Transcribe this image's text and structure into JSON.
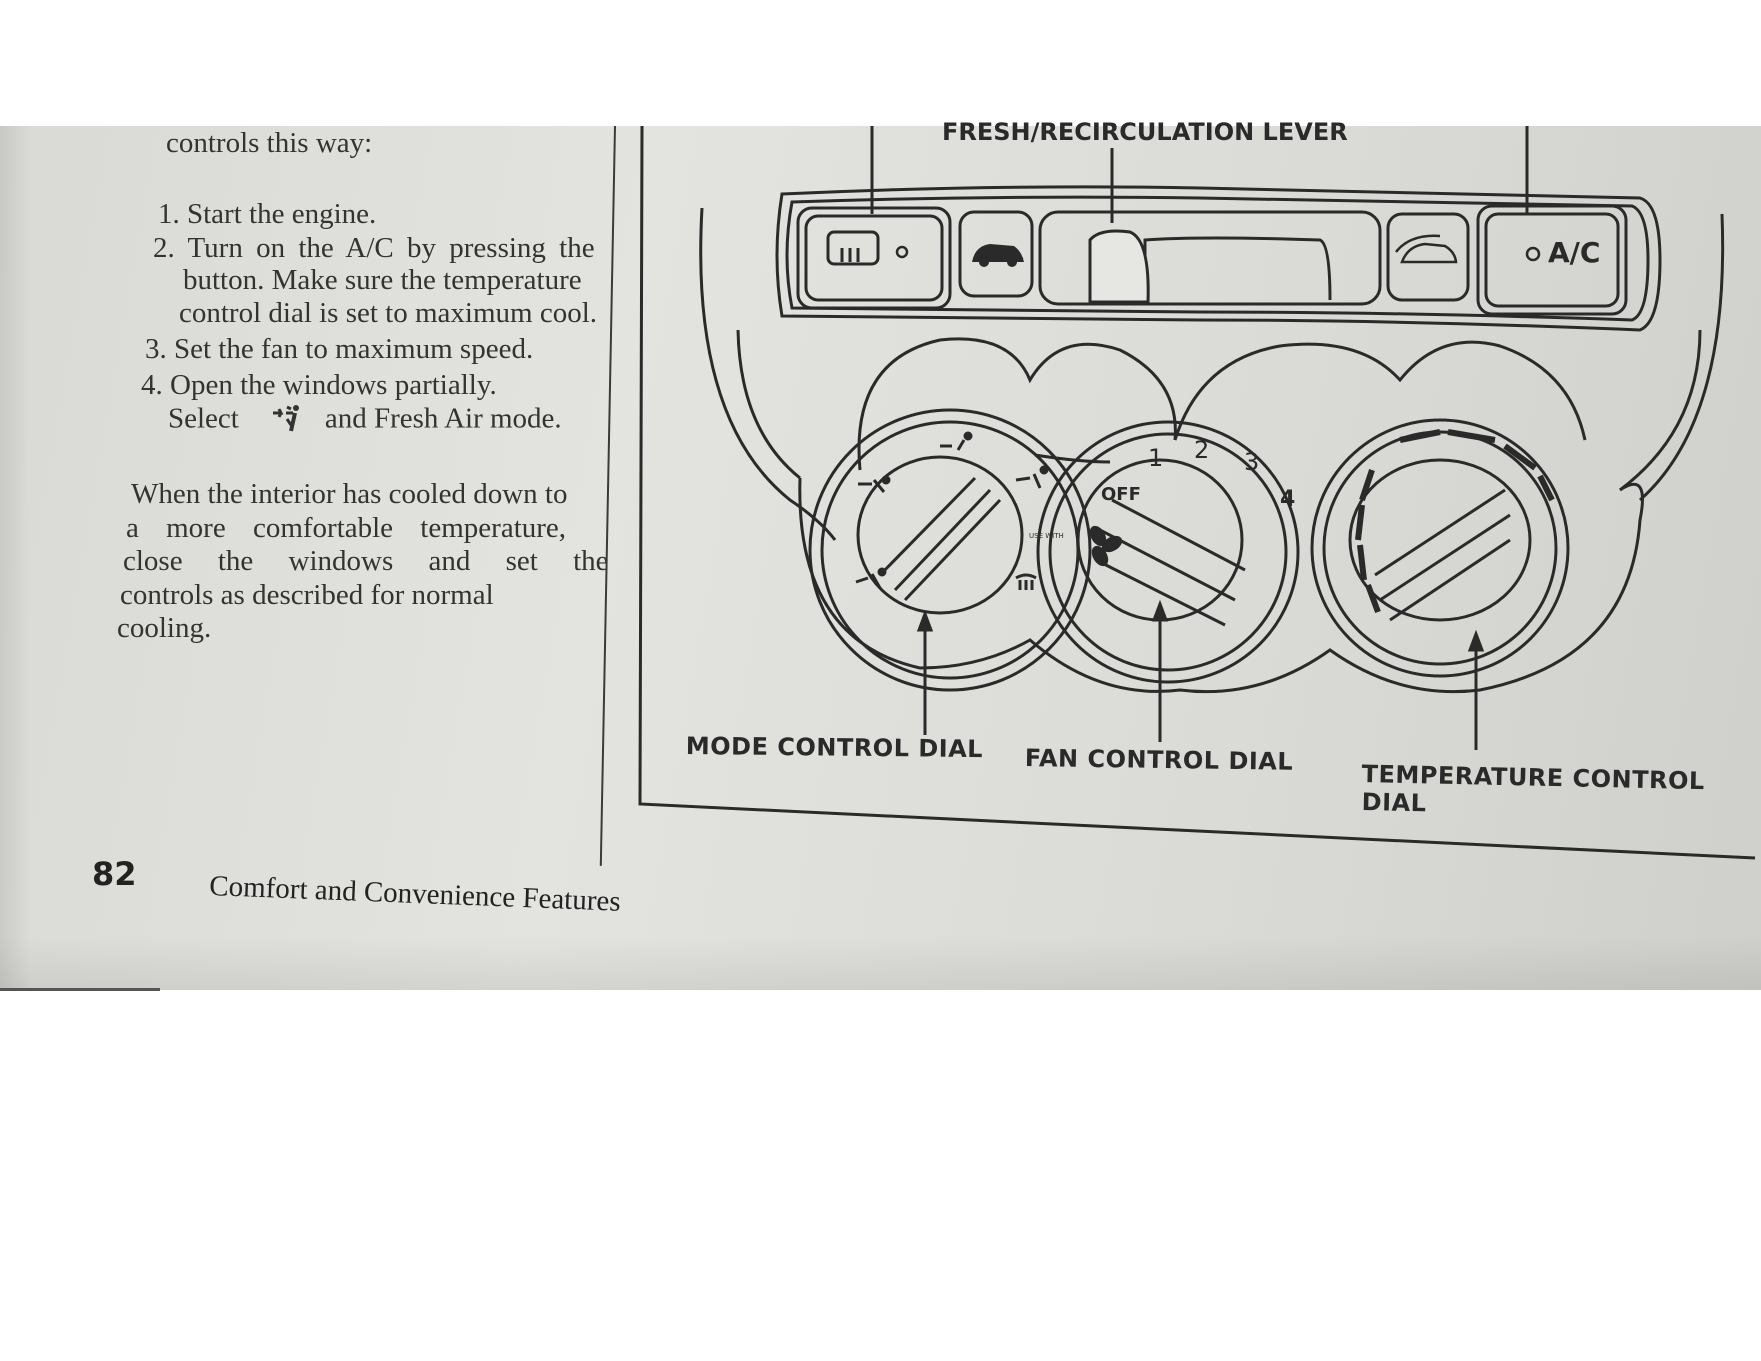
{
  "page": {
    "background_color": "#ffffff",
    "paper_color": "#dededa",
    "ink_color": "#333330"
  },
  "text": {
    "intro": "controls this way:",
    "steps": [
      "1. Start the engine.",
      "2. Turn on the A/C by pressing the",
      "button. Make sure the temperature",
      "control dial is set to maximum cool.",
      "3. Set the fan to maximum speed.",
      "4. Open the windows partially."
    ],
    "select_before": "Select",
    "select_after": "and Fresh Air mode.",
    "paragraph": [
      "When the interior has cooled down to",
      "a more comfortable temperature,",
      "close the windows and set the",
      "controls as described for normal",
      "cooling."
    ]
  },
  "diagram": {
    "top_label": "FRESH/RECIRCULATION LEVER",
    "ac_button": "A/C",
    "fan_dial_labels": [
      "OFF",
      "1",
      "2",
      "3",
      "4"
    ],
    "mode_dial_small_label": "USE WITH",
    "captions": {
      "mode": "MODE CONTROL DIAL",
      "fan": "FAN CONTROL DIAL",
      "temperature_line1": "TEMPERATURE CONTROL",
      "temperature_line2": "DIAL"
    }
  },
  "footer": {
    "page_number": "82",
    "section_title": "Comfort and Convenience Features"
  },
  "icons": [
    "vent-mode-icon",
    "rear-defrost-icon",
    "recirculation-icon",
    "fresh-air-icon",
    "fan-icon",
    "defrost-icon"
  ]
}
